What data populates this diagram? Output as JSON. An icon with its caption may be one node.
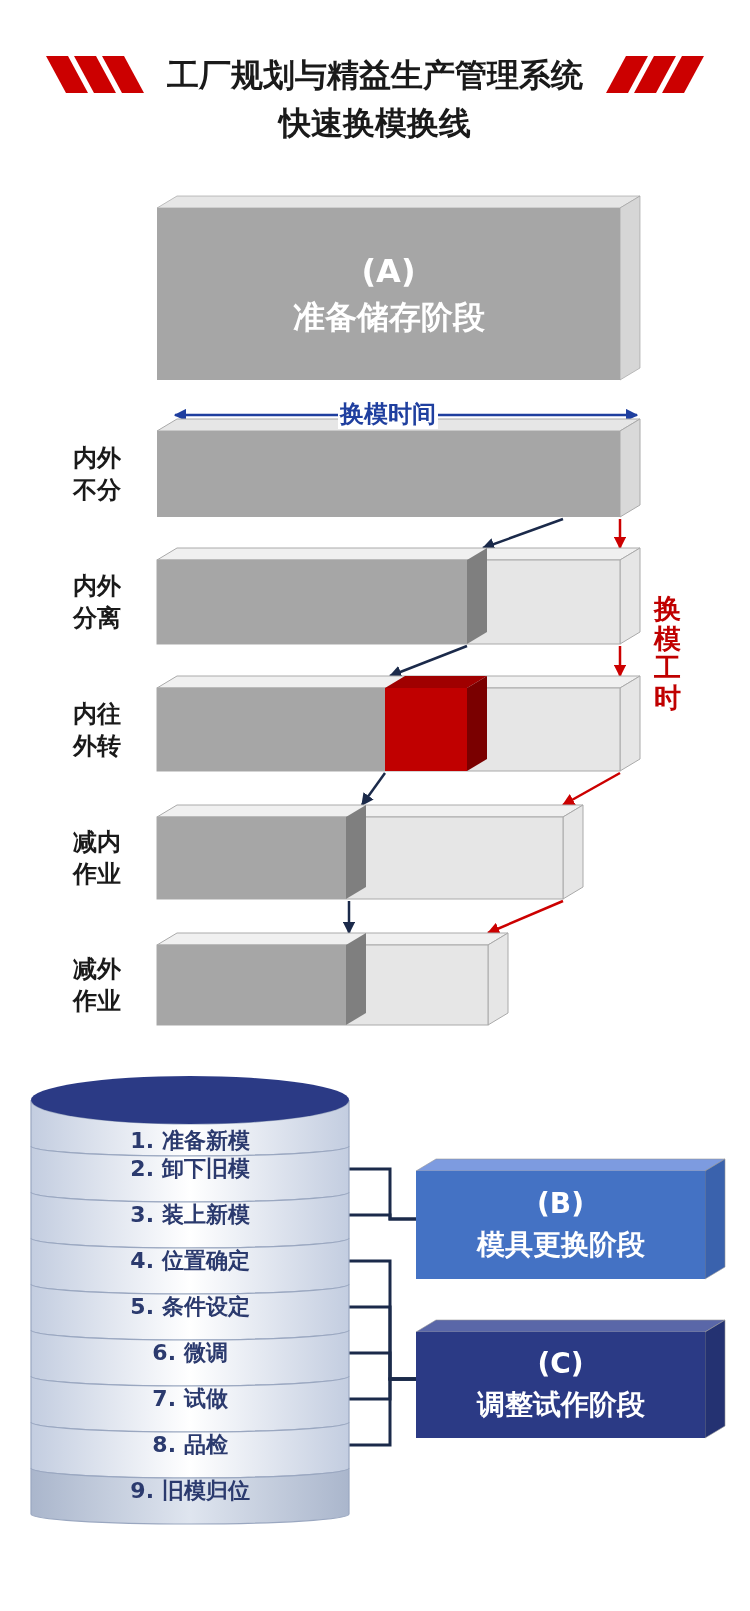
{
  "diagram": {
    "title": "工厂规划与精益生产管理系统",
    "nodes": [
      {
        "text": [
          "(A)",
          "准备储存阶段"
        ]
      },
      {
        "text": [],
        "shape": "bar",
        "beside": [
          "内外不分"
        ]
      },
      {
        "text": [],
        "shape": "bar",
        "beside": [
          "内外分离"
        ]
      },
      {
        "text": [],
        "shape": "bar",
        "beside": [
          "内往外转"
        ]
      },
      {
        "text": [],
        "shape": "bar",
        "beside": [
          "减内作业"
        ]
      },
      {
        "text": [],
        "shape": "bar",
        "beside": [
          "减外作业"
        ]
      },
      {
        "text": [
          "1. 准备新模"
        ]
      },
      {
        "text": [
          "2. 卸下旧模"
        ]
      },
      {
        "text": [
          "3. 装上新模"
        ]
      },
      {
        "text": [
          "4. 位置确定"
        ]
      },
      {
        "text": [
          "5. 条件设定"
        ]
      },
      {
        "text": [
          "6. 微调"
        ]
      },
      {
        "text": [
          "7. 试做"
        ]
      },
      {
        "text": [
          "8. 品检"
        ]
      },
      {
        "text": [
          "9. 旧模归位"
        ]
      },
      {
        "text": [
          "(B)",
          "模具更换阶段"
        ]
      },
      {
        "text": [
          "(C)",
          "调整试作阶段"
        ]
      }
    ],
    "edges": [
      {
        "from": 1,
        "to": 2,
        "arrow": "to"
      },
      {
        "from": 2,
        "to": 3,
        "arrow": "to"
      },
      {
        "from": 3,
        "to": 4,
        "arrow": "to"
      },
      {
        "from": 4,
        "to": 5,
        "arrow": "to"
      },
      {
        "from": 1,
        "to": 2,
        "arrow": "to",
        "color": "#cc0000"
      },
      {
        "from": 2,
        "to": 3,
        "arrow": "to",
        "color": "#cc0000"
      },
      {
        "from": 3,
        "to": 4,
        "arrow": "to",
        "color": "#cc0000"
      },
      {
        "from": 4,
        "to": 5,
        "arrow": "to",
        "color": "#cc0000"
      },
      {
        "from": 7,
        "to": 15,
        "arrow": "none"
      },
      {
        "from": 8,
        "to": 15,
        "arrow": "none"
      },
      {
        "from": 9,
        "to": 16,
        "arrow": "none"
      },
      {
        "from": 10,
        "to": 16,
        "arrow": "none"
      },
      {
        "from": 11,
        "to": 16,
        "arrow": "none"
      },
      {
        "from": 12,
        "to": 16,
        "arrow": "none"
      },
      {
        "from": 13,
        "to": 16,
        "arrow": "none"
      }
    ],
    "labels": [
      "快速换模换线",
      "换模时间",
      "换模工时"
    ]
  }
}
